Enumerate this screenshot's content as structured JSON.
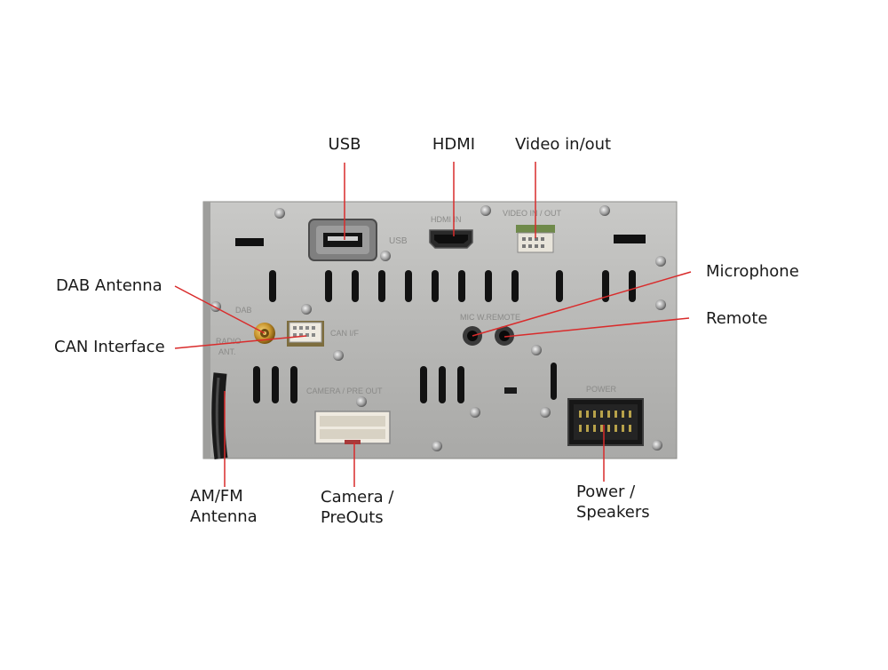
{
  "labels": {
    "usb": "USB",
    "hdmi": "HDMI",
    "video": "Video in/out",
    "microphone": "Microphone",
    "remote": "Remote",
    "dab": "DAB Antenna",
    "can": "CAN Interface",
    "amfm_line1": "AM/FM",
    "amfm_line2": "Antenna",
    "camera_line1": "Camera /",
    "camera_line2": "PreOuts",
    "power_line1": "Power /",
    "power_line2": "Speakers"
  },
  "panel_print": {
    "usb": "USB",
    "hdmi_in": "HDMI IN",
    "video_inout": "VIDEO IN / OUT",
    "dab": "DAB",
    "can_if": "CAN I/F",
    "radio": "RADIO",
    "ant": "ANT.",
    "mic_remote": "MIC   W.REMOTE",
    "camera_preout": "CAMERA / PRE OUT",
    "power": "POWER"
  },
  "colors": {
    "leader_line": "#d92b2b",
    "panel": "#b9b9b7",
    "label_text": "#1a1a1a",
    "panel_print": "#8a8a88"
  }
}
